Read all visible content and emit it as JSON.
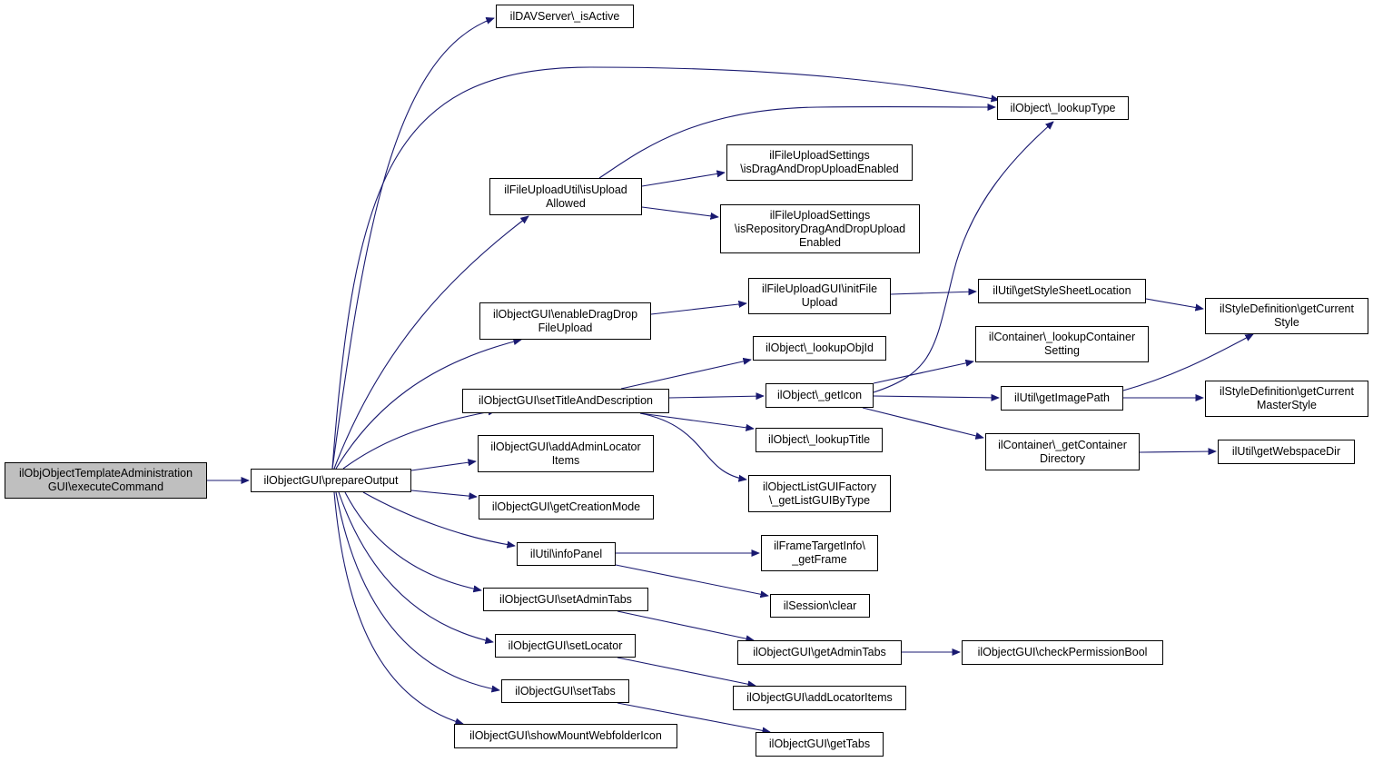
{
  "diagram": {
    "colors": {
      "edge": "#191970",
      "node_border": "#000000",
      "root_fill": "#bfbfbf",
      "node_fill": "#ffffff"
    },
    "nodes": [
      {
        "id": "root",
        "label": "ilObjObjectTemplateAdministration\nGUI\\executeCommand"
      },
      {
        "id": "prepareOutput",
        "label": "ilObjectGUI\\prepareOutput"
      },
      {
        "id": "davActive",
        "label": "ilDAVServer\\_isActive"
      },
      {
        "id": "lookupType",
        "label": "ilObject\\_lookupType"
      },
      {
        "id": "uploadAllowed",
        "label": "ilFileUploadUtil\\isUpload\nAllowed"
      },
      {
        "id": "dndEnabled",
        "label": "ilFileUploadSettings\n\\isDragAndDropUploadEnabled"
      },
      {
        "id": "repoDnd",
        "label": "ilFileUploadSettings\n\\isRepositoryDragAndDropUpload\nEnabled"
      },
      {
        "id": "enableDnd",
        "label": "ilObjectGUI\\enableDragDrop\nFileUpload"
      },
      {
        "id": "initFileUpload",
        "label": "ilFileUploadGUI\\initFile\nUpload"
      },
      {
        "id": "styleSheet",
        "label": "ilUtil\\getStyleSheetLocation"
      },
      {
        "id": "currentStyle",
        "label": "ilStyleDefinition\\getCurrent\nStyle"
      },
      {
        "id": "lookupObjId",
        "label": "ilObject\\_lookupObjId"
      },
      {
        "id": "lookupContainer",
        "label": "ilContainer\\_lookupContainer\nSetting"
      },
      {
        "id": "setTitle",
        "label": "ilObjectGUI\\setTitleAndDescription"
      },
      {
        "id": "getIcon",
        "label": "ilObject\\_getIcon"
      },
      {
        "id": "imagePath",
        "label": "ilUtil\\getImagePath"
      },
      {
        "id": "masterStyle",
        "label": "ilStyleDefinition\\getCurrent\nMasterStyle"
      },
      {
        "id": "lookupTitle",
        "label": "ilObject\\_lookupTitle"
      },
      {
        "id": "containerDir",
        "label": "ilContainer\\_getContainer\nDirectory"
      },
      {
        "id": "webspaceDir",
        "label": "ilUtil\\getWebspaceDir"
      },
      {
        "id": "addAdminLocator",
        "label": "ilObjectGUI\\addAdminLocator\nItems"
      },
      {
        "id": "listGui",
        "label": "ilObjectListGUIFactory\n\\_getListGUIByType"
      },
      {
        "id": "creationMode",
        "label": "ilObjectGUI\\getCreationMode"
      },
      {
        "id": "infoPanel",
        "label": "ilUtil\\infoPanel"
      },
      {
        "id": "getFrame",
        "label": "ilFrameTargetInfo\\\n_getFrame"
      },
      {
        "id": "sessionClear",
        "label": "ilSession\\clear"
      },
      {
        "id": "setAdminTabs",
        "label": "ilObjectGUI\\setAdminTabs"
      },
      {
        "id": "getAdminTabs",
        "label": "ilObjectGUI\\getAdminTabs"
      },
      {
        "id": "checkPerm",
        "label": "ilObjectGUI\\checkPermissionBool"
      },
      {
        "id": "setLocator",
        "label": "ilObjectGUI\\setLocator"
      },
      {
        "id": "addLocatorItems",
        "label": "ilObjectGUI\\addLocatorItems"
      },
      {
        "id": "setTabs",
        "label": "ilObjectGUI\\setTabs"
      },
      {
        "id": "getTabs",
        "label": "ilObjectGUI\\getTabs"
      },
      {
        "id": "mountIcon",
        "label": "ilObjectGUI\\showMountWebfolderIcon"
      }
    ],
    "edges": [
      [
        "root",
        "prepareOutput"
      ],
      [
        "prepareOutput",
        "davActive"
      ],
      [
        "prepareOutput",
        "lookupType"
      ],
      [
        "prepareOutput",
        "uploadAllowed"
      ],
      [
        "prepareOutput",
        "enableDnd"
      ],
      [
        "prepareOutput",
        "setTitle"
      ],
      [
        "prepareOutput",
        "addAdminLocator"
      ],
      [
        "prepareOutput",
        "creationMode"
      ],
      [
        "prepareOutput",
        "infoPanel"
      ],
      [
        "prepareOutput",
        "setAdminTabs"
      ],
      [
        "prepareOutput",
        "setLocator"
      ],
      [
        "prepareOutput",
        "setTabs"
      ],
      [
        "prepareOutput",
        "mountIcon"
      ],
      [
        "uploadAllowed",
        "lookupType"
      ],
      [
        "uploadAllowed",
        "dndEnabled"
      ],
      [
        "uploadAllowed",
        "repoDnd"
      ],
      [
        "enableDnd",
        "initFileUpload"
      ],
      [
        "initFileUpload",
        "styleSheet"
      ],
      [
        "styleSheet",
        "currentStyle"
      ],
      [
        "setTitle",
        "lookupObjId"
      ],
      [
        "setTitle",
        "getIcon"
      ],
      [
        "setTitle",
        "lookupTitle"
      ],
      [
        "setTitle",
        "listGui"
      ],
      [
        "getIcon",
        "lookupType"
      ],
      [
        "getIcon",
        "lookupContainer"
      ],
      [
        "getIcon",
        "imagePath"
      ],
      [
        "getIcon",
        "containerDir"
      ],
      [
        "imagePath",
        "currentStyle"
      ],
      [
        "imagePath",
        "masterStyle"
      ],
      [
        "containerDir",
        "webspaceDir"
      ],
      [
        "infoPanel",
        "getFrame"
      ],
      [
        "infoPanel",
        "sessionClear"
      ],
      [
        "setAdminTabs",
        "getAdminTabs"
      ],
      [
        "getAdminTabs",
        "checkPerm"
      ],
      [
        "setLocator",
        "addLocatorItems"
      ],
      [
        "setTabs",
        "getTabs"
      ]
    ]
  }
}
